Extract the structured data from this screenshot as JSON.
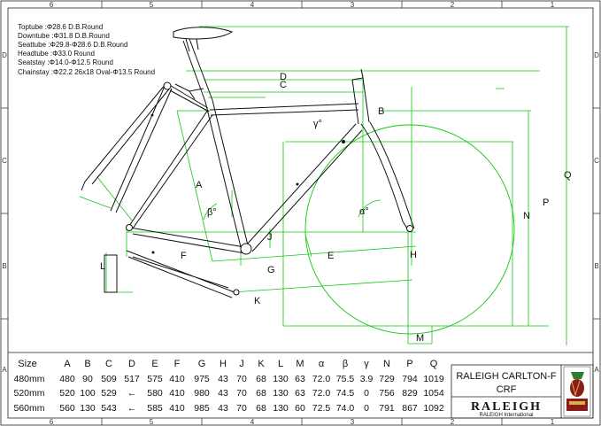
{
  "specs": [
    "Toptube  :Φ28.6  D.B.Round",
    "Downtube :Φ31.8  D.B.Round",
    "Seattube :Φ29.8-Φ28.6  D.B.Round",
    "Headtube :Φ33.0  Round",
    "Seatstay :Φ14.0-Φ12.5  Round",
    "Chainstay :Φ22.2  26x18  Oval-Φ13.5  Round"
  ],
  "dimension_labels": {
    "A": "A",
    "B": "B",
    "C": "C",
    "D": "D",
    "E": "E",
    "F": "F",
    "G": "G",
    "H": "H",
    "J": "J",
    "K": "K",
    "L": "L",
    "M": "M",
    "N": "N",
    "P": "P",
    "Q": "Q",
    "alpha": "α°",
    "beta": "β°",
    "gamma": "γ°"
  },
  "grid": {
    "top": [
      "6",
      "5",
      "4",
      "3",
      "2",
      "1"
    ],
    "bottom": [
      "6",
      "5",
      "4",
      "3",
      "2",
      "1"
    ],
    "left": [
      "D",
      "C",
      "B",
      "A"
    ],
    "right": [
      "D",
      "C",
      "B",
      "A"
    ]
  },
  "table": {
    "headers": [
      "Size",
      "A",
      "B",
      "C",
      "D",
      "E",
      "F",
      "G",
      "H",
      "J",
      "K",
      "L",
      "M",
      "α",
      "β",
      "γ",
      "N",
      "P",
      "Q"
    ],
    "rows": [
      [
        "480mm",
        "480",
        "90",
        "509",
        "517",
        "575",
        "410",
        "975",
        "43",
        "70",
        "68",
        "130",
        "63",
        "72.0",
        "75.5",
        "3.9",
        "729",
        "794",
        "1019"
      ],
      [
        "520mm",
        "520",
        "100",
        "529",
        "←",
        "580",
        "410",
        "980",
        "43",
        "70",
        "68",
        "130",
        "63",
        "72.0",
        "74.5",
        "0",
        "756",
        "829",
        "1054"
      ],
      [
        "560mm",
        "560",
        "130",
        "543",
        "←",
        "585",
        "410",
        "985",
        "43",
        "70",
        "68",
        "130",
        "60",
        "72.5",
        "74.0",
        "0",
        "791",
        "867",
        "1092"
      ]
    ]
  },
  "title_block": {
    "model_line1": "RALEIGH CARLTON-F",
    "model_line2": "CRF",
    "brand": "RALEIGH",
    "brand_sub": "RALEIGH International"
  }
}
